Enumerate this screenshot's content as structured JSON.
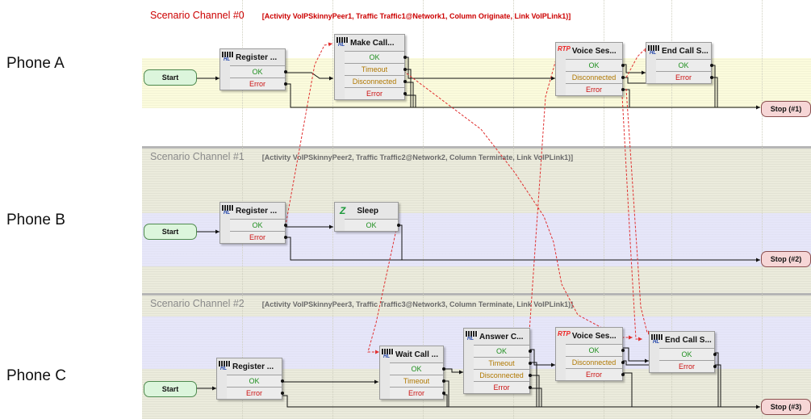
{
  "phones": [
    "Phone A",
    "Phone B",
    "Phone C"
  ],
  "channels": [
    {
      "name": "Scenario Channel #0",
      "info": "[Activity VoIPSkinnyPeer1, Traffic Traffic1@Network1, Column Originate, Link VoIPLink1)]"
    },
    {
      "name": "Scenario Channel #1",
      "info": "[Activity VoIPSkinnyPeer2, Traffic Traffic2@Network2, Column Terminate, Link VoIPLink1)]"
    },
    {
      "name": "Scenario Channel #2",
      "info": "[Activity VoIPSkinnyPeer3, Traffic Traffic3@Network3, Column Terminate, Link VoIPLink1)]"
    }
  ],
  "start_label": "Start",
  "stops": [
    "Stop (#1)",
    "Stop (#2)",
    "Stop (#3)"
  ],
  "blocks": {
    "a_register": {
      "title": "Register ...",
      "icon": "hl-icon",
      "ports": [
        "OK",
        "Error"
      ]
    },
    "a_makecall": {
      "title": "Make Call...",
      "icon": "hl-icon",
      "ports": [
        "OK",
        "Timeout",
        "Disconnected",
        "Error"
      ]
    },
    "a_voice": {
      "title": "Voice Ses...",
      "icon": "rtp-icon",
      "ports": [
        "OK",
        "Disconnected",
        "Error"
      ]
    },
    "a_endcall": {
      "title": "End Call S...",
      "icon": "hl-icon",
      "ports": [
        "OK",
        "Error"
      ]
    },
    "b_register": {
      "title": "Register ...",
      "icon": "hl-icon",
      "ports": [
        "OK",
        "Error"
      ]
    },
    "b_sleep": {
      "title": "Sleep",
      "icon": "sleep-icon",
      "ports": [
        "OK"
      ]
    },
    "c_register": {
      "title": "Register ...",
      "icon": "hl-icon",
      "ports": [
        "OK",
        "Error"
      ]
    },
    "c_waitcall": {
      "title": "Wait Call ...",
      "icon": "hl-icon",
      "ports": [
        "OK",
        "Timeout",
        "Error"
      ]
    },
    "c_answer": {
      "title": "Answer C...",
      "icon": "hl-icon",
      "ports": [
        "OK",
        "Timeout",
        "Disconnected",
        "Error"
      ]
    },
    "c_voice": {
      "title": "Voice Ses...",
      "icon": "rtp-icon",
      "ports": [
        "OK",
        "Disconnected",
        "Error"
      ]
    },
    "c_endcall": {
      "title": "End Call S...",
      "icon": "hl-icon",
      "ports": [
        "OK",
        "Error"
      ]
    }
  },
  "icon_text": {
    "hl": "HL",
    "rtp": "RTP",
    "sleep": "Z"
  },
  "colors": {
    "active_title": "#cc0000",
    "inactive_title": "#8a8a8a",
    "ok": "#1f8f1f",
    "warn": "#b07800",
    "error": "#cc1111",
    "sync_line": "#e03030"
  }
}
